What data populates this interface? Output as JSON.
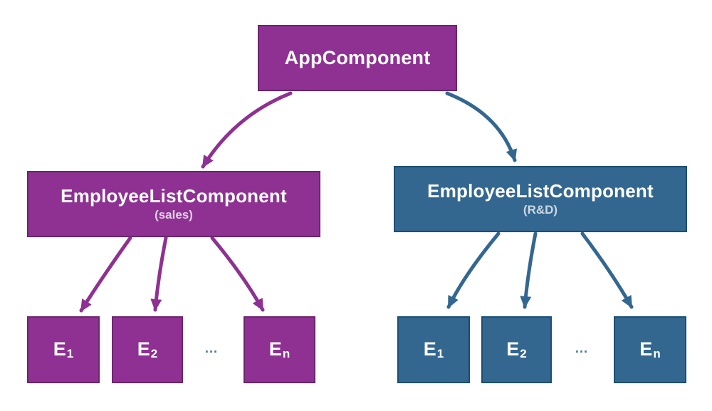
{
  "colors": {
    "background": "#ffffff",
    "purple": "#8e3192",
    "purple-border": "#6d2470",
    "blue": "#336790",
    "blue-border": "#1c4e74",
    "text": "#ffffff",
    "subtext-purple": "#ddd2e2",
    "subtext-blue": "#ccd8e2",
    "ellipsis": "#4a79a8"
  },
  "nodes": {
    "app": {
      "label": "AppComponent"
    },
    "sales_list": {
      "label": "EmployeeListComponent",
      "sublabel": "(sales)"
    },
    "rnd_list": {
      "label": "EmployeeListComponent",
      "sublabel": "(R&D)"
    },
    "sales_children": [
      {
        "base": "E",
        "sub": "1"
      },
      {
        "base": "E",
        "sub": "2"
      },
      {
        "base": "E",
        "sub": "n"
      }
    ],
    "rnd_children": [
      {
        "base": "E",
        "sub": "1"
      },
      {
        "base": "E",
        "sub": "2"
      },
      {
        "base": "E",
        "sub": "n"
      }
    ],
    "sales_ellipsis": "…",
    "rnd_ellipsis": "…"
  }
}
